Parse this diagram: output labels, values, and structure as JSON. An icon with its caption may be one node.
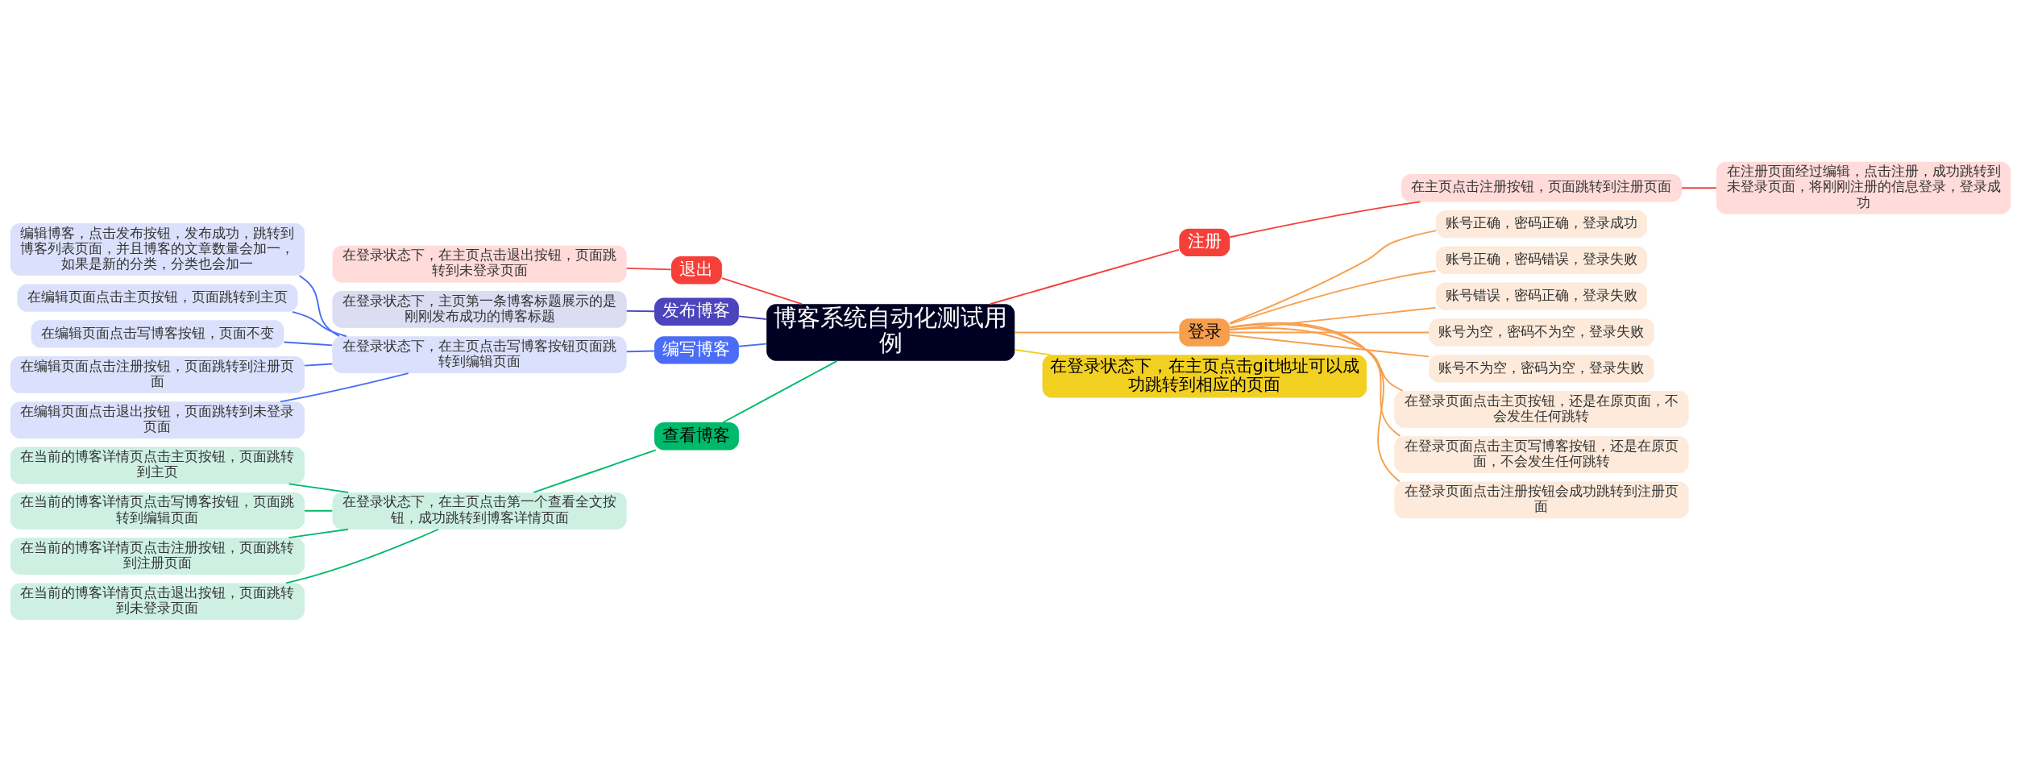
{
  "diagram": {
    "nodes": [
      {
        "text": [
          "博客系统自动化测试用例"
        ]
      },
      {
        "text": [
          "退出"
        ]
      },
      {
        "text": [
          "在登录状态下，在主页点击退出按钮，页面跳转到未登录页面"
        ]
      },
      {
        "text": [
          "发布博客"
        ]
      },
      {
        "text": [
          "在登录状态下，主页第一条博客标题展示的是刚刚发布成功的博客标题"
        ]
      },
      {
        "text": [
          "编写博客"
        ]
      },
      {
        "text": [
          "在登录状态下，在主页点击写博客按钮页面跳转到编辑页面"
        ]
      },
      {
        "text": [
          "编辑博客，点击发布按钮，发布成功，跳转到博客列表页面，并且博客的文章数量会加一，如果是新的分类，分类也会加一"
        ]
      },
      {
        "text": [
          "在编辑页面点击主页按钮，页面跳转到主页"
        ]
      },
      {
        "text": [
          "在编辑页面点击写博客按钮，页面不变"
        ]
      },
      {
        "text": [
          "在编辑页面点击注册按钮，页面跳转到注册页面"
        ]
      },
      {
        "text": [
          "在编辑页面点击退出按钮，页面跳转到未登录页面"
        ]
      },
      {
        "text": [
          "查看博客"
        ]
      },
      {
        "text": [
          "在登录状态下，在主页点击第一个查看全文按钮，成功跳转到博客详情页面"
        ]
      },
      {
        "text": [
          "在当前的博客详情页点击主页按钮，页面跳转到主页"
        ]
      },
      {
        "text": [
          "在当前的博客详情页点击写博客按钮，页面跳转到编辑页面"
        ]
      },
      {
        "text": [
          "在当前的博客详情页点击注册按钮，页面跳转到注册页面"
        ]
      },
      {
        "text": [
          "在当前的博客详情页点击退出按钮，页面跳转到未登录页面"
        ]
      },
      {
        "text": [
          "注册"
        ]
      },
      {
        "text": [
          "在主页点击注册按钮，页面跳转到注册页面"
        ]
      },
      {
        "text": [
          "在注册页面经过编辑，点击注册，成功跳转到未登录页面，将刚刚注册的信息登录，登录成功"
        ]
      },
      {
        "text": [
          "登录"
        ]
      },
      {
        "text": [
          "账号正确，密码正确，登录成功"
        ]
      },
      {
        "text": [
          "账号正确，密码错误，登录失败"
        ]
      },
      {
        "text": [
          "账号错误，密码正确，登录失败"
        ]
      },
      {
        "text": [
          "账号为空，密码不为空，登录失败"
        ]
      },
      {
        "text": [
          "账号不为空，密码为空，登录失败"
        ]
      },
      {
        "text": [
          "在登录页面点击主页按钮，还是在原页面，不会发生任何跳转"
        ]
      },
      {
        "text": [
          "在登录页面点击主页写博客按钮，还是在原页面，不会发生任何跳转"
        ]
      },
      {
        "text": [
          "在登录页面点击注册按钮会成功跳转到注册页面"
        ]
      },
      {
        "text": [
          "在登录状态下，在主页点击git地址可以成功跳转到相应的页面"
        ]
      }
    ],
    "edges": [
      {
        "from": 0,
        "to": 1,
        "arrow": "none",
        "color": "#f5403a"
      },
      {
        "from": 1,
        "to": 2,
        "arrow": "none",
        "color": "#f5403a"
      },
      {
        "from": 0,
        "to": 3,
        "arrow": "none",
        "color": "#4b44bd"
      },
      {
        "from": 3,
        "to": 4,
        "arrow": "none",
        "color": "#4b44bd"
      },
      {
        "from": 0,
        "to": 5,
        "arrow": "none",
        "color": "#4a6cf7"
      },
      {
        "from": 5,
        "to": 6,
        "arrow": "none",
        "color": "#4a6cf7"
      },
      {
        "from": 6,
        "to": 7,
        "arrow": "none",
        "color": "#4a6cf7"
      },
      {
        "from": 6,
        "to": 8,
        "arrow": "none",
        "color": "#4a6cf7"
      },
      {
        "from": 6,
        "to": 9,
        "arrow": "none",
        "color": "#4a6cf7"
      },
      {
        "from": 6,
        "to": 10,
        "arrow": "none",
        "color": "#4a6cf7"
      },
      {
        "from": 6,
        "to": 11,
        "arrow": "none",
        "color": "#4a6cf7"
      },
      {
        "from": 0,
        "to": 12,
        "arrow": "none",
        "color": "#00b96b"
      },
      {
        "from": 12,
        "to": 13,
        "arrow": "none",
        "color": "#00b96b"
      },
      {
        "from": 13,
        "to": 14,
        "arrow": "none",
        "color": "#00b96b"
      },
      {
        "from": 13,
        "to": 15,
        "arrow": "none",
        "color": "#00b96b"
      },
      {
        "from": 13,
        "to": 16,
        "arrow": "none",
        "color": "#00b96b"
      },
      {
        "from": 13,
        "to": 17,
        "arrow": "none",
        "color": "#00b96b"
      },
      {
        "from": 0,
        "to": 18,
        "arrow": "none",
        "color": "#f5403a"
      },
      {
        "from": 18,
        "to": 19,
        "arrow": "none",
        "color": "#f5403a"
      },
      {
        "from": 19,
        "to": 20,
        "arrow": "none",
        "color": "#f5403a"
      },
      {
        "from": 0,
        "to": 21,
        "arrow": "none",
        "color": "#f79f4d"
      },
      {
        "from": 21,
        "to": 22,
        "arrow": "none",
        "color": "#f79f4d"
      },
      {
        "from": 21,
        "to": 23,
        "arrow": "none",
        "color": "#f79f4d"
      },
      {
        "from": 21,
        "to": 24,
        "arrow": "none",
        "color": "#f79f4d"
      },
      {
        "from": 21,
        "to": 25,
        "arrow": "none",
        "color": "#f79f4d"
      },
      {
        "from": 21,
        "to": 26,
        "arrow": "none",
        "color": "#f79f4d"
      },
      {
        "from": 21,
        "to": 27,
        "arrow": "none",
        "color": "#f79f4d"
      },
      {
        "from": 21,
        "to": 28,
        "arrow": "none",
        "color": "#f79f4d"
      },
      {
        "from": 21,
        "to": 29,
        "arrow": "none",
        "color": "#f79f4d"
      },
      {
        "from": 0,
        "to": 30,
        "arrow": "none",
        "color": "#f2d022"
      }
    ]
  }
}
